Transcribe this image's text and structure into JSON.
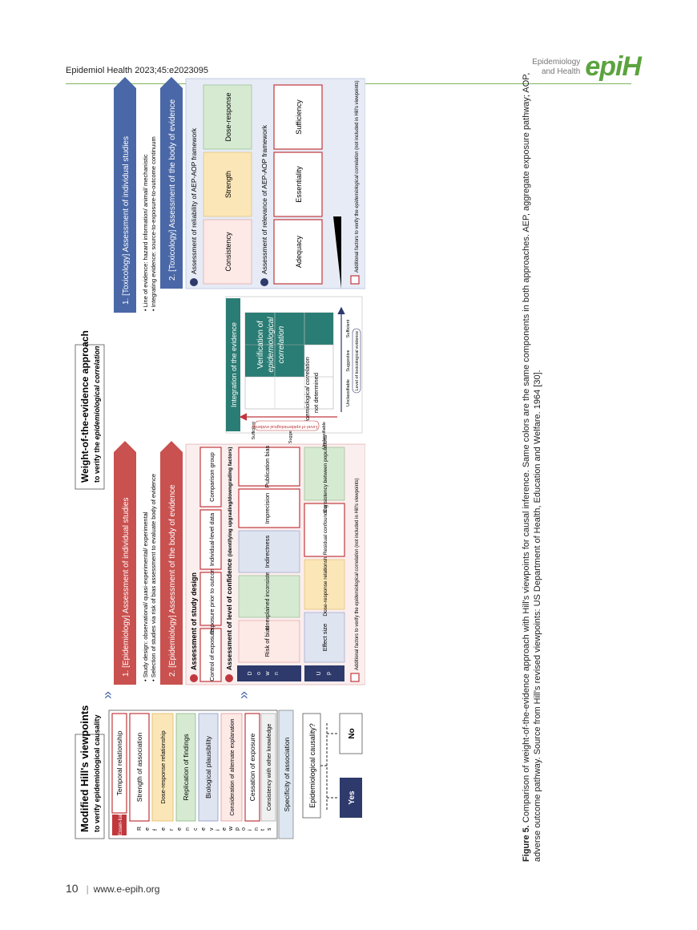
{
  "header": {
    "journal_citation": "Epidemiol Health 2023;45:e2023095",
    "logo_small_line1": "Epidemiology",
    "logo_small_line2": "and Health",
    "logo_mark": "epiH"
  },
  "footer": {
    "page_number": "10",
    "url": "www.e-epih.org"
  },
  "figure": {
    "left_panel": {
      "title": "Modified Hill's viewpoints",
      "subtitle": "to verify epidemiological causality",
      "essential_tag": "Essen-tial",
      "temporal": "Temporal relationship",
      "ref_label": "R e f e r e n c e",
      "view_label": "v i e w p o i n t s",
      "items": [
        "Strength of association",
        "Dose-response relationship",
        "Replication of findings",
        "Biological plausibility",
        "Consideration of alternate explanation",
        "Cessation of exposure",
        "Consistency with other knowledge",
        "Specificity of association"
      ],
      "question": "Epidemiological causality?",
      "yes": "Yes",
      "no": "No"
    },
    "center": {
      "title": "Weight-of-the-evidence approach",
      "subtitle_prefix": "to verify the",
      "subtitle_em": "epidemiological correlation"
    },
    "epi": {
      "step1_title": "1. [Epidemiology] Assessment of individual studies",
      "step1_bullet1": "• Study design: observational/ quasi-experimental/ experimental",
      "step1_bullet2": "• Selection of studies via risk of bias assessment to evaluate body of evidence",
      "step2_title": "2. [Epidemiology] Assessment of the body of evidence",
      "design_title": "Assessment of study design",
      "design_items": [
        "Control of exposure",
        "Exposure prior to outcome",
        "Individual-level data",
        "Comparison group"
      ],
      "confidence_title": "Assessment of level of confidence",
      "confidence_sub": "(identifying upgrading/downgrading factors)",
      "down_label": "D o w n",
      "up_label": "U p",
      "down_items": [
        "Risk of bias",
        "Unexplained inconsistency",
        "Indirectness",
        "Imprecision",
        "Publication bias"
      ],
      "up_items": [
        "Effect size",
        "Dose-response relationship",
        "Residual confounding",
        "Consistency between populations"
      ],
      "additional_prefix": "Additional factors to verify the",
      "additional_em": "epidemiological correlation",
      "additional_suffix": "(not included in Hill's viewpoints)"
    },
    "tox": {
      "step1_title": "1. [Toxicology] Assessment of individual studies",
      "step1_bullet1": "• Line of evidence: hazard information/ animal/ mechanistic",
      "step1_bullet2": "• Integrating evidence: source-to-exposure-to-outcome continuum",
      "step2_title": "2. [Toxicology] Assessment of the body of evidence",
      "reliability_title": "Assessment of reliability of AEP-AOP framework",
      "reliability_items": [
        "Consistency",
        "Strength",
        "Dose-response"
      ],
      "relevance_title": "Assessment of relevance of AEP-AOP framework",
      "relevance_items": [
        "Adequacy",
        "Essentiality",
        "Sufficiency"
      ],
      "additional_prefix": "Additional factors to verify the",
      "additional_em": "epidemiological correlation",
      "additional_suffix": "(not included in Hill's viewpoints)"
    },
    "integration": {
      "title": "Integration of the evidence",
      "verification_line1": "Verification of",
      "verification_line2": "epidemiological",
      "verification_line3": "correlation",
      "not_determined_line1": "Epidemiological correlation",
      "not_determined_line2": "not determined",
      "epi_axis_label": "Level of epidemiological evidence",
      "tox_axis_label": "Level of toxicological evidence",
      "epi_levels": [
        "Sufficient",
        "Suggestive",
        "Unclassifiable"
      ],
      "tox_levels": [
        "Unclassifiable",
        "Suggestive",
        "Sufficient"
      ]
    },
    "colors": {
      "epi_red": "#c0383d",
      "tox_navy": "#2e3a6b",
      "teal": "#2a7d74",
      "blue_banner": "#4a68a8"
    }
  },
  "caption": {
    "label": "Figure 5.",
    "text": " Comparison of weight-of-the-evidence approach with Hill's viewpoints for causal inference. Same colors are the same components in both approaches. AEP, aggregate exposure pathway; AOP, adverse outcome pathway. Source from Hill's revised viewpoints: US Department of Health, Education and Welfare. 1964 [30]."
  }
}
